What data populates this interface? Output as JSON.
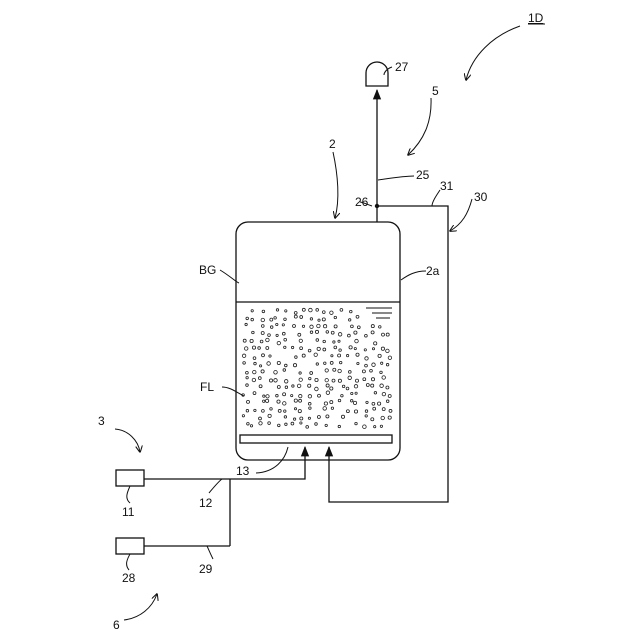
{
  "labels": {
    "figure_id": "1D",
    "vessel": "2",
    "vessel_wall": "2a",
    "headspace": "BG",
    "liquid": "FL",
    "supply_system": "3",
    "outlet_system": "5",
    "other_system": "6",
    "supply_device": "11",
    "supply_pipe": "12",
    "sparger": "13",
    "outlet_pipe": "25",
    "branch_point": "26",
    "receiver": "27",
    "second_device": "28",
    "second_pipe": "29",
    "recycle_system": "30",
    "recycle_pipe": "31"
  }
}
